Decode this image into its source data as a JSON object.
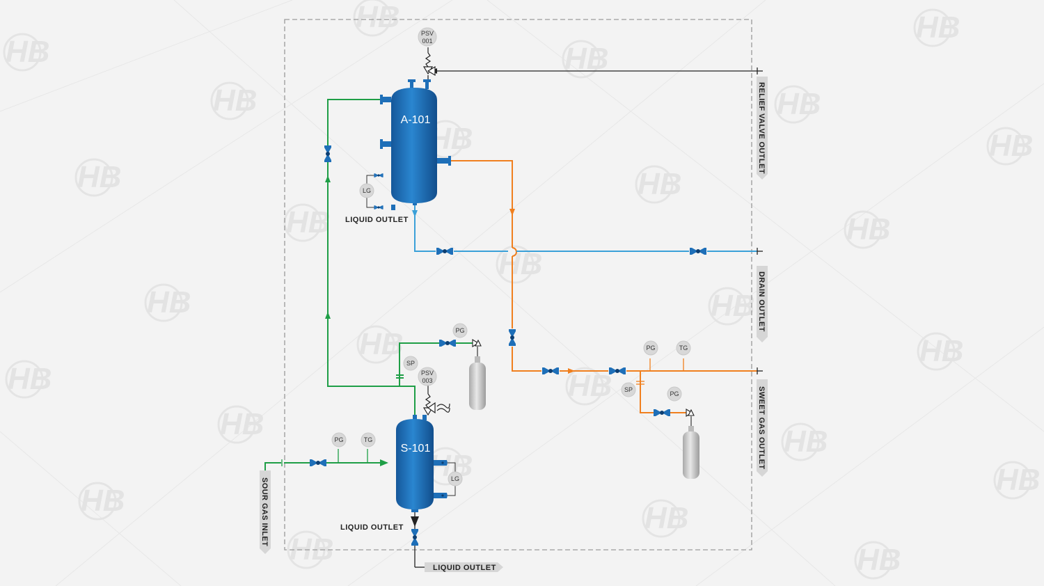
{
  "vessels": {
    "absorber": {
      "tag": "A-101"
    },
    "separator": {
      "tag": "S-101"
    }
  },
  "instruments": {
    "psv_001": [
      "PSV",
      "001"
    ],
    "psv_003": [
      "PSV",
      "003"
    ],
    "lg_a101": "LG",
    "lg_s101": "LG",
    "pg_sp_top": "PG",
    "sp_green": "SP",
    "pg_inlet": "PG",
    "tg_inlet": "TG",
    "pg_sweet": "PG",
    "tg_sweet": "TG",
    "sp_orange": "SP",
    "pg_sp_right": "PG"
  },
  "labels": {
    "liquid_outlet_a101": "LIQUID OUTLET",
    "liquid_outlet_s101": "LIQUID OUTLET",
    "liquid_outlet_bottom": "LIQUID OUTLET"
  },
  "connections": {
    "relief_valve_outlet": "RELIEF VALVE OUTLET",
    "drain_outlet": "DRAIN OUTLET",
    "sweet_gas_outlet": "SWEET GAS OUTLET",
    "sour_gas_inlet": "SOUR GAS INLET"
  },
  "watermark": {
    "text": "HB"
  },
  "colors": {
    "vessel": "#1e6fb8",
    "gas_green": "#1e9e46",
    "sweet_orange": "#f07f1e",
    "drain_blue": "#3aa0d8",
    "relief_black": "#222222",
    "boundary": "#9a9a9a"
  }
}
